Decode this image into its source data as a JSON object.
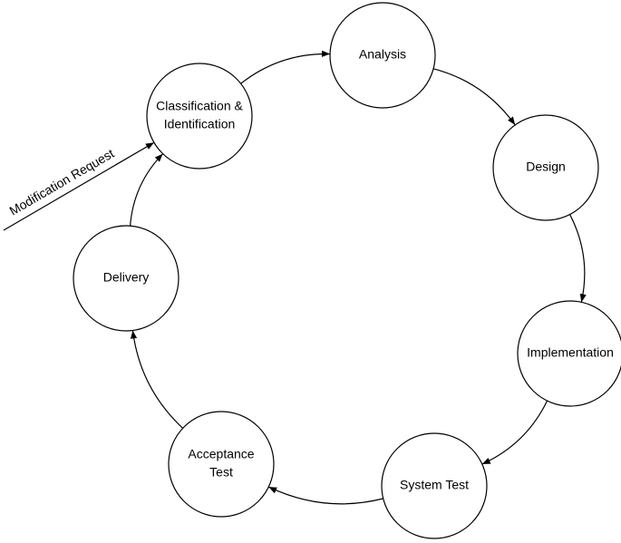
{
  "diagram": {
    "type": "cycle",
    "nodes": [
      {
        "id": "classification",
        "label_lines": [
          "Classification &",
          "Identification"
        ]
      },
      {
        "id": "analysis",
        "label_lines": [
          "Analysis"
        ]
      },
      {
        "id": "design",
        "label_lines": [
          "Design"
        ]
      },
      {
        "id": "implementation",
        "label_lines": [
          "Implementation"
        ]
      },
      {
        "id": "system-test",
        "label_lines": [
          "System Test"
        ]
      },
      {
        "id": "acceptance-test",
        "label_lines": [
          "Acceptance",
          "Test"
        ]
      },
      {
        "id": "delivery",
        "label_lines": [
          "Delivery"
        ]
      }
    ],
    "edges": [
      {
        "from": "classification",
        "to": "analysis"
      },
      {
        "from": "analysis",
        "to": "design"
      },
      {
        "from": "design",
        "to": "implementation"
      },
      {
        "from": "implementation",
        "to": "system-test"
      },
      {
        "from": "system-test",
        "to": "acceptance-test"
      },
      {
        "from": "acceptance-test",
        "to": "delivery"
      },
      {
        "from": "delivery",
        "to": "classification"
      }
    ],
    "input": {
      "label": "Modification Request",
      "to": "classification"
    }
  }
}
